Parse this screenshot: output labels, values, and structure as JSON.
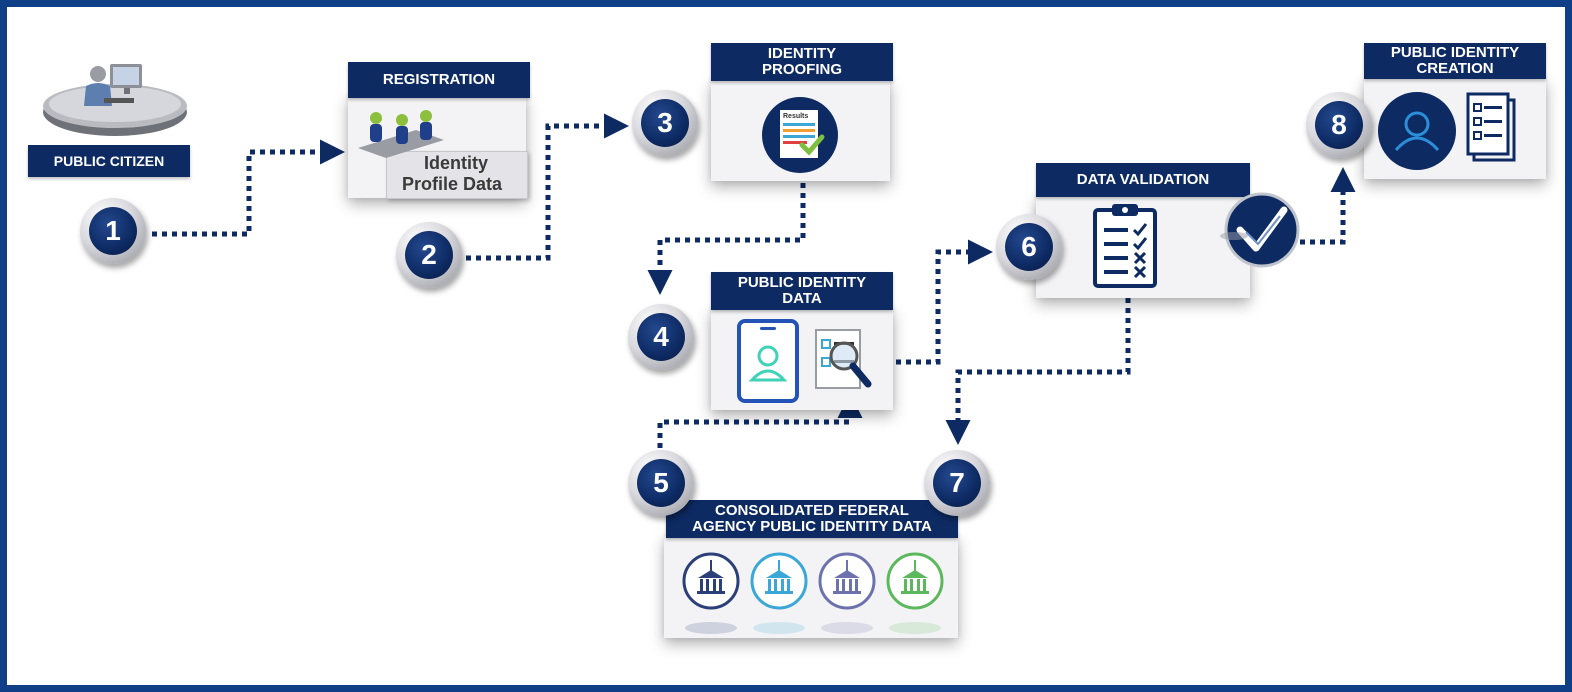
{
  "citizen": {
    "title": "PUBLIC CITIZEN"
  },
  "registration": {
    "title": "REGISTRATION",
    "card_line1": "Identity",
    "card_line2": "Profile Data"
  },
  "proofing": {
    "title": "IDENTITY\nPROOFING",
    "doc_label": "Results"
  },
  "public_data": {
    "title": "PUBLIC IDENTITY\nDATA"
  },
  "consolidated": {
    "title": "CONSOLIDATED FEDERAL\nAGENCY PUBLIC IDENTITY DATA"
  },
  "validation": {
    "title": "DATA VALIDATION"
  },
  "creation": {
    "title": "PUBLIC IDENTITY\nCREATION"
  },
  "steps": [
    "1",
    "2",
    "3",
    "4",
    "5",
    "6",
    "7",
    "8"
  ],
  "colors": {
    "navy": "#0d2a63",
    "frame": "#0f3f86",
    "agency_navy": "#2b3f78",
    "agency_sky": "#3aa7d6",
    "agency_purple": "#6d72ae",
    "agency_green": "#5cb85c",
    "phone_blue": "#2453b8",
    "phone_teal": "#3fd2b8"
  },
  "icons": [
    "workstation-user-icon",
    "people-group-icon",
    "results-document-icon",
    "checkmark-icon",
    "mobile-id-icon",
    "magnifier-document-icon",
    "clipboard-checklist-icon",
    "validation-check-icon",
    "user-profile-icon",
    "form-document-icon",
    "government-building-icon"
  ]
}
